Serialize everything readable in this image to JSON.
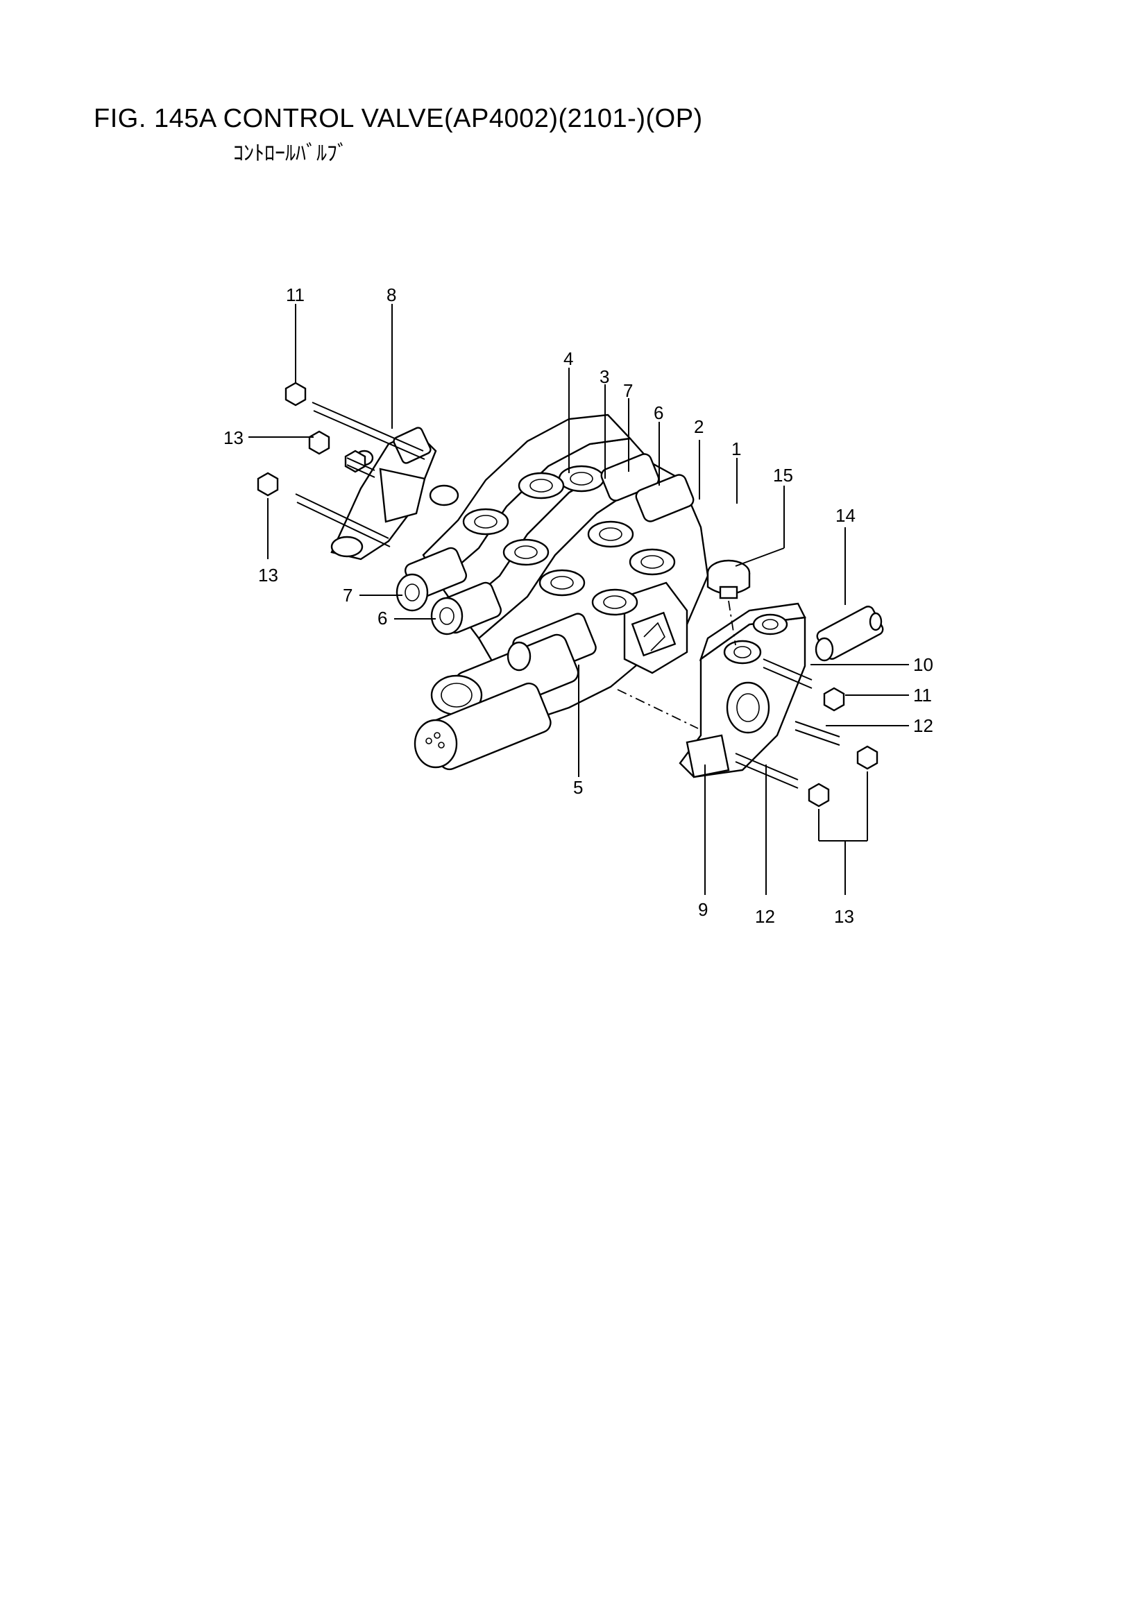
{
  "figure": {
    "title": "FIG. 145A  CONTROL VALVE(AP4002)(2101-)(OP)",
    "subtitle": "ｺﾝﾄﾛｰﾙﾊﾞﾙﾌﾞ"
  },
  "callouts": {
    "c1": "1",
    "c2": "2",
    "c3": "3",
    "c4": "4",
    "c5": "5",
    "c6a": "6",
    "c6b": "6",
    "c7a": "7",
    "c7b": "7",
    "c8": "8",
    "c9": "9",
    "c10": "10",
    "c11a": "11",
    "c11b": "11",
    "c12a": "12",
    "c12b": "12",
    "c13a": "13",
    "c13b": "13",
    "c13c": "13",
    "c14": "14",
    "c15": "15"
  }
}
